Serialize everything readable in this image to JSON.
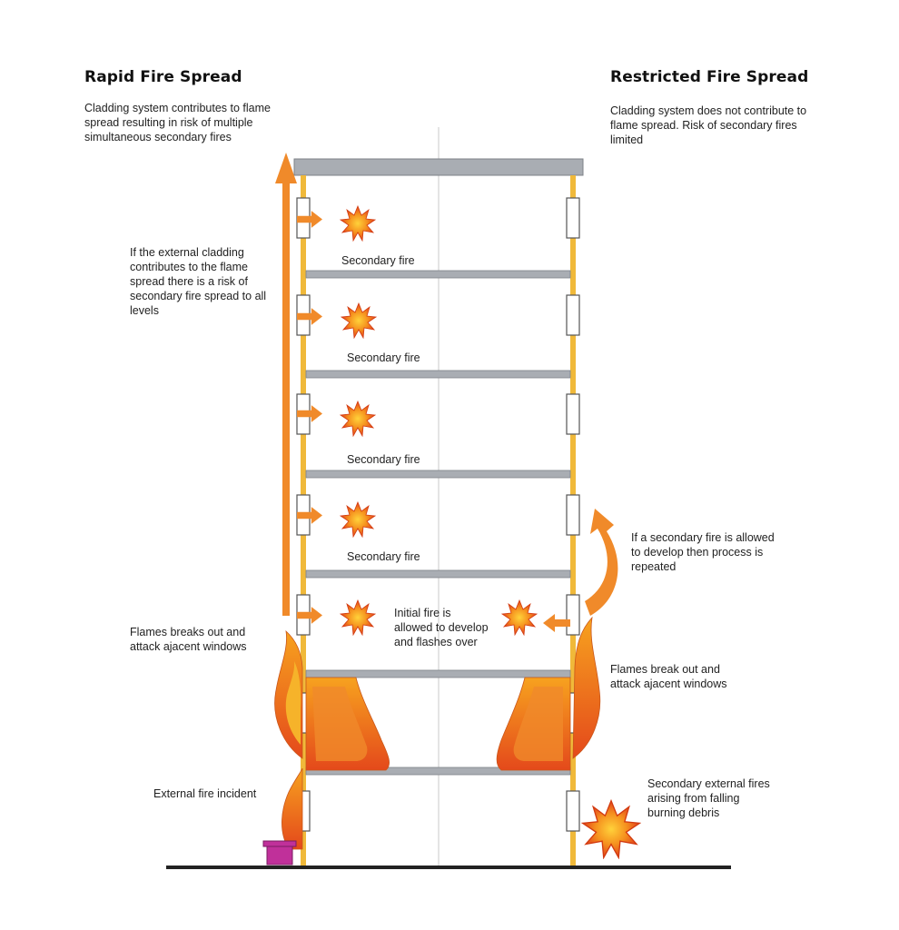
{
  "left": {
    "title": "Rapid Fire Spread",
    "subtitle_lines": [
      "Cladding system contributes to flame",
      "spread resulting in risk of multiple",
      "simultaneous secondary fires"
    ],
    "note_cladding_lines": [
      "If the external cladding",
      "contributes to the flame",
      "spread there is a risk of",
      "secondary fire spread to all",
      "levels"
    ],
    "note_flames_lines": [
      "Flames breaks out and",
      "attack ajacent windows"
    ],
    "note_external": "External fire incident"
  },
  "right": {
    "title": "Restricted Fire Spread",
    "subtitle_lines": [
      "Cladding system does not contribute to",
      "flame spread. Risk of secondary fires",
      "limited"
    ],
    "note_repeat_lines": [
      "If a secondary fire is allowed",
      "to develop then process is",
      "repeated"
    ],
    "note_flames_lines": [
      "Flames break out and",
      "attack ajacent windows"
    ],
    "note_debris_lines": [
      "Secondary external fires",
      "arising from falling",
      "burning debris"
    ]
  },
  "center": {
    "secondary_fire_label": "Secondary fire",
    "initial_fire_lines": [
      "Initial fire is",
      "allowed to develop",
      "and flashes over"
    ]
  },
  "colors": {
    "cladding": "#f0b93a",
    "slab": "#a9adb3",
    "flame_outer": "#f39a1f",
    "flame_inner": "#e2421c",
    "arrow": "#f08a2a",
    "burner": "#c0309a"
  }
}
